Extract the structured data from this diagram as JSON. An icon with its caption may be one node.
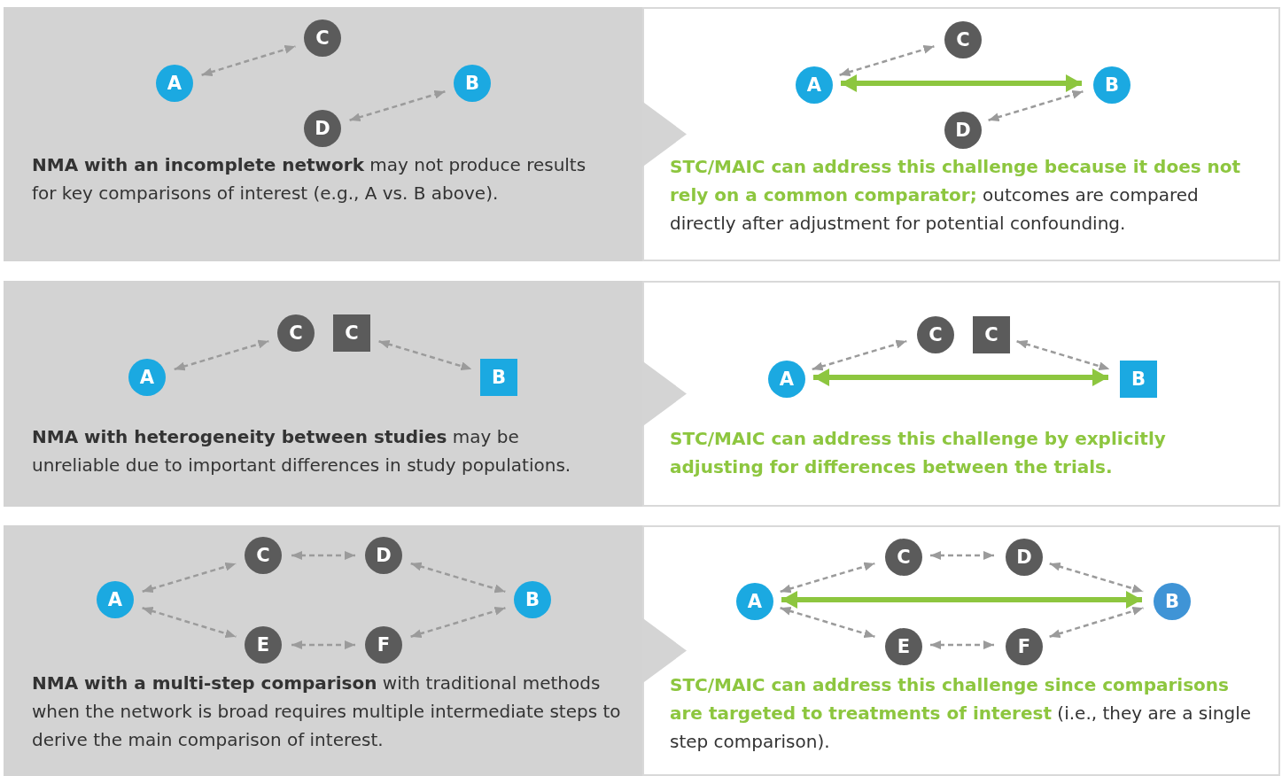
{
  "diagram": {
    "nodes": [
      {
        "text": [
          "**NMA with an incomplete network** may not produce results for key comparisons of interest (e.g., A vs. B above)."
        ]
      },
      {
        "text": [
          "C"
        ],
        "in": 0
      },
      {
        "text": [
          "A"
        ],
        "in": 0
      },
      {
        "text": [
          "B"
        ],
        "in": 0
      },
      {
        "text": [
          "D"
        ],
        "in": 0
      },
      {
        "text": [
          "**STC/MAIC can address this challenge because it does not rely on a common comparator;** outcomes are compared directly after adjustment for potential confounding."
        ]
      },
      {
        "text": [
          "C"
        ],
        "in": 5
      },
      {
        "text": [
          "A"
        ],
        "in": 5
      },
      {
        "text": [
          "B"
        ],
        "in": 5
      },
      {
        "text": [
          "D"
        ],
        "in": 5
      },
      {
        "text": [
          "**NMA with heterogeneity between studies** may be unreliable due to important differences in study populations."
        ]
      },
      {
        "text": [
          "C"
        ],
        "in": 10
      },
      {
        "text": [
          "C"
        ],
        "in": 10
      },
      {
        "text": [
          "A"
        ],
        "in": 10
      },
      {
        "text": [
          "B"
        ],
        "in": 10
      },
      {
        "text": [
          "STC/MAIC can address this challenge by explicitly adjusting for differences between the trials."
        ]
      },
      {
        "text": [
          "C"
        ],
        "in": 15
      },
      {
        "text": [
          "C"
        ],
        "in": 15
      },
      {
        "text": [
          "A"
        ],
        "in": 15
      },
      {
        "text": [
          "B"
        ],
        "in": 15
      },
      {
        "text": [
          "**NMA with a multi-step comparison** with traditional methods when the network is broad requires multiple intermediate steps to derive the main comparison of interest."
        ]
      },
      {
        "text": [
          "C"
        ],
        "in": 20
      },
      {
        "text": [
          "D"
        ],
        "in": 20
      },
      {
        "text": [
          "A"
        ],
        "in": 20
      },
      {
        "text": [
          "B"
        ],
        "in": 20
      },
      {
        "text": [
          "E"
        ],
        "in": 20
      },
      {
        "text": [
          "F"
        ],
        "in": 20
      },
      {
        "text": [
          "**STC/MAIC can address this challenge since comparisons are targeted to treatments of interest** (i.e., they are a single step comparison)."
        ]
      },
      {
        "text": [
          "C"
        ],
        "in": 27
      },
      {
        "text": [
          "D"
        ],
        "in": 27
      },
      {
        "text": [
          "A"
        ],
        "in": 27
      },
      {
        "text": [
          "B"
        ],
        "in": 27
      },
      {
        "text": [
          "E"
        ],
        "in": 27
      },
      {
        "text": [
          "F"
        ],
        "in": 27
      }
    ],
    "edges": [
      {
        "from": 2,
        "to": 1,
        "arrow": "both",
        "style": "dashed"
      },
      {
        "from": 4,
        "to": 3,
        "arrow": "both",
        "style": "dashed"
      },
      {
        "from": 0,
        "to": 5,
        "arrow": "to",
        "color": "#d4d4d4"
      },
      {
        "from": 7,
        "to": 6,
        "arrow": "both",
        "style": "dashed"
      },
      {
        "from": 7,
        "to": 8,
        "arrow": "both",
        "style": "thick",
        "color": "#8dc63f"
      },
      {
        "from": 9,
        "to": 8,
        "arrow": "both",
        "style": "dashed"
      },
      {
        "from": 13,
        "to": 11,
        "arrow": "both",
        "style": "dashed"
      },
      {
        "from": 12,
        "to": 14,
        "arrow": "both",
        "style": "dashed"
      },
      {
        "from": 10,
        "to": 15,
        "arrow": "to",
        "color": "#d4d4d4"
      },
      {
        "from": 18,
        "to": 16,
        "arrow": "both",
        "style": "dashed"
      },
      {
        "from": 17,
        "to": 19,
        "arrow": "both",
        "style": "dashed"
      },
      {
        "from": 18,
        "to": 19,
        "arrow": "both",
        "style": "thick",
        "color": "#8dc63f"
      },
      {
        "from": 23,
        "to": 21,
        "arrow": "both",
        "style": "dashed"
      },
      {
        "from": 21,
        "to": 22,
        "arrow": "both",
        "style": "dashed"
      },
      {
        "from": 22,
        "to": 24,
        "arrow": "both",
        "style": "dashed"
      },
      {
        "from": 23,
        "to": 25,
        "arrow": "both",
        "style": "dashed"
      },
      {
        "from": 25,
        "to": 26,
        "arrow": "both",
        "style": "dashed"
      },
      {
        "from": 26,
        "to": 24,
        "arrow": "both",
        "style": "dashed"
      },
      {
        "from": 20,
        "to": 27,
        "arrow": "to",
        "color": "#d4d4d4"
      },
      {
        "from": 30,
        "to": 28,
        "arrow": "both",
        "style": "dashed"
      },
      {
        "from": 28,
        "to": 29,
        "arrow": "both",
        "style": "dashed"
      },
      {
        "from": 29,
        "to": 31,
        "arrow": "both",
        "style": "dashed"
      },
      {
        "from": 30,
        "to": 32,
        "arrow": "both",
        "style": "dashed"
      },
      {
        "from": 32,
        "to": 33,
        "arrow": "both",
        "style": "dashed"
      },
      {
        "from": 33,
        "to": 31,
        "arrow": "both",
        "style": "dashed"
      },
      {
        "from": 30,
        "to": 31,
        "arrow": "both",
        "style": "thick",
        "color": "#8dc63f"
      }
    ]
  }
}
